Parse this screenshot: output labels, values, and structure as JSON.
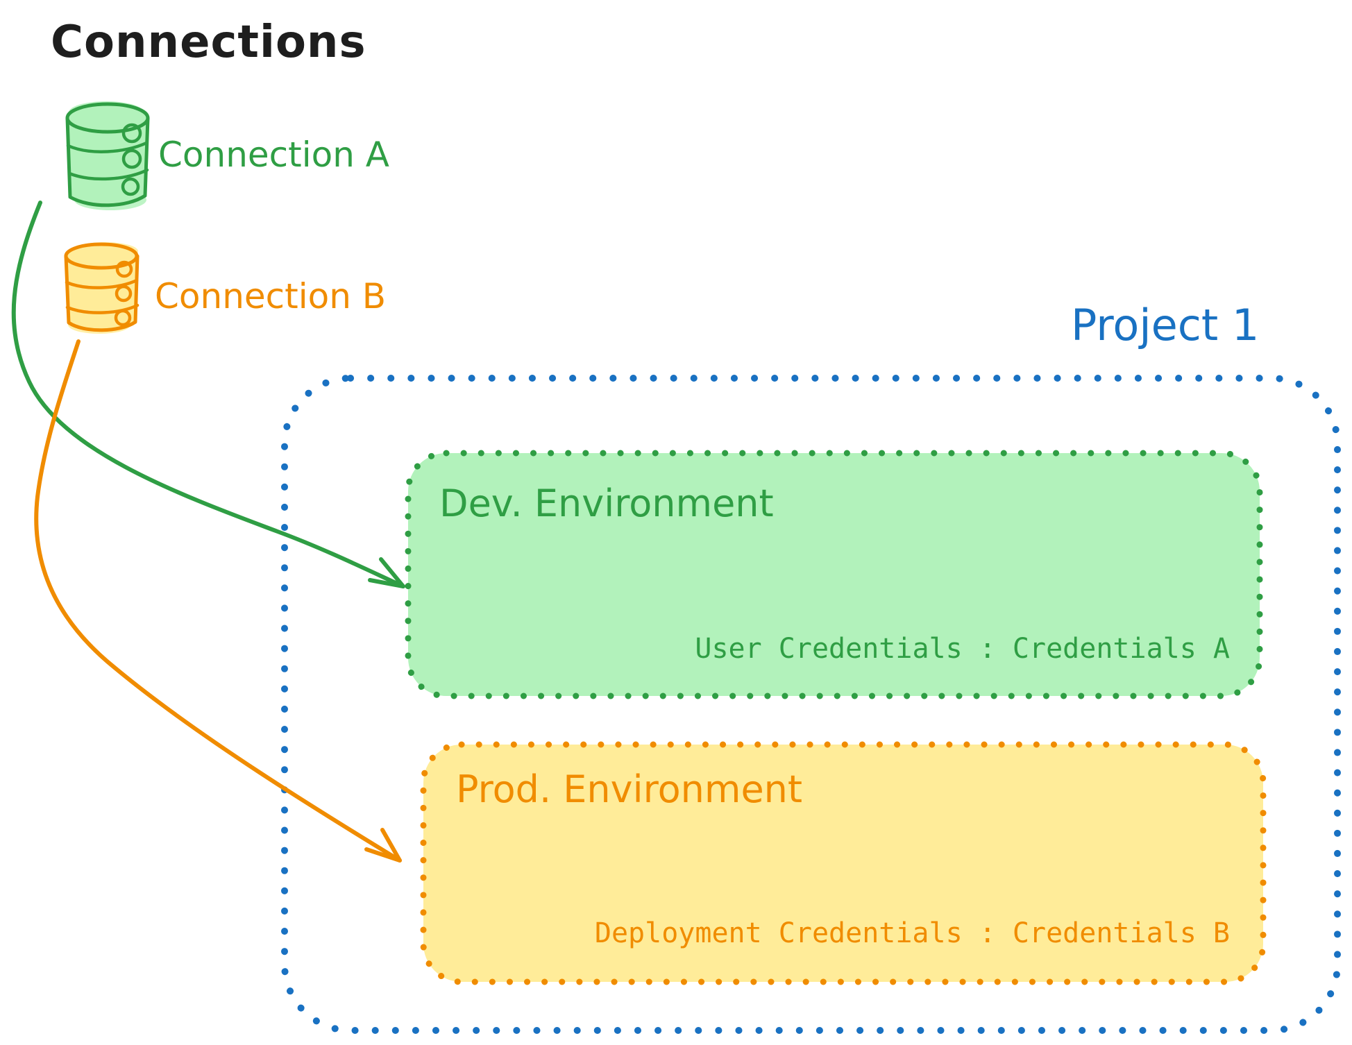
{
  "legend": {
    "title": "Connections",
    "items": [
      {
        "label": "Connection A",
        "icon": "database-icon",
        "color": "#2f9e44",
        "fill": "#b2f2bb"
      },
      {
        "label": "Connection B",
        "icon": "database-icon",
        "color": "#f08c00",
        "fill": "#ffec99"
      }
    ]
  },
  "project": {
    "label": "Project 1",
    "color": "#1971c2",
    "environments": [
      {
        "name": "Dev. Environment",
        "credentials_label": "User Credentials : Credentials A",
        "stroke": "#2f9e44",
        "fill": "#b2f2bb"
      },
      {
        "name": "Prod. Environment",
        "credentials_label": "Deployment Credentials : Credentials B",
        "stroke": "#f08c00",
        "fill": "#ffec99"
      }
    ]
  },
  "arrows": [
    {
      "name": "connection-a-to-dev-environment",
      "color": "#2f9e44"
    },
    {
      "name": "connection-b-to-prod-environment",
      "color": "#f08c00"
    }
  ],
  "colors": {
    "text": "#1e1e1e",
    "background": "#ffffff"
  }
}
